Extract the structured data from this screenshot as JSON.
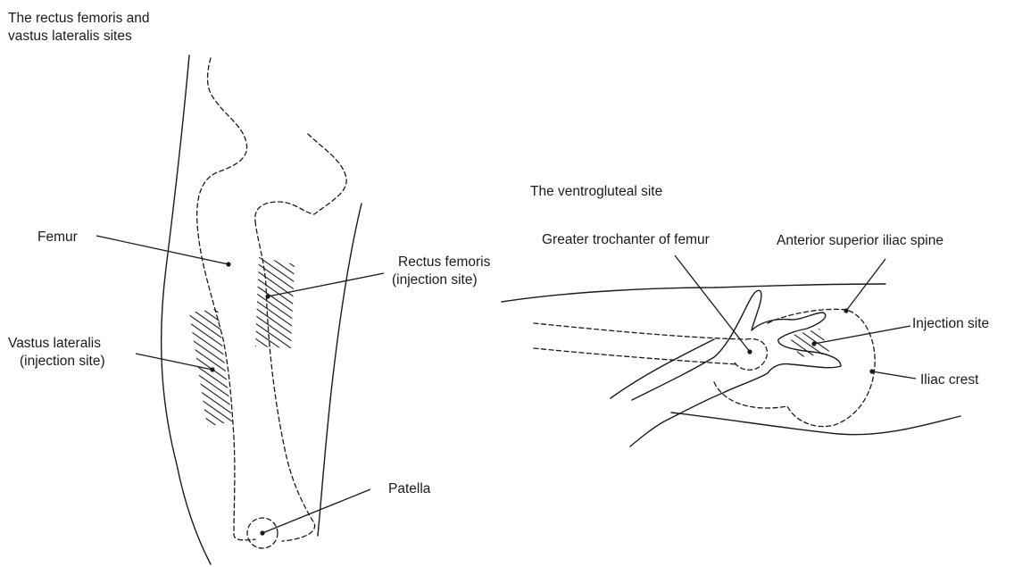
{
  "left_panel": {
    "title_line1": "The rectus femoris and",
    "title_line2": "vastus lateralis sites",
    "labels": {
      "femur": "Femur",
      "rectus_line1": "Rectus femoris",
      "rectus_line2": "(injection site)",
      "vastus_line1": "Vastus lateralis",
      "vastus_line2": "(injection site)",
      "patella": "Patella"
    }
  },
  "right_panel": {
    "title": "The ventrogluteal site",
    "labels": {
      "greater_trochanter": "Greater trochanter of femur",
      "asis": "Anterior superior iliac spine",
      "injection_site": "Injection site",
      "iliac_crest": "Iliac crest"
    }
  },
  "colors": {
    "ink": "#1a1a1a",
    "background": "#ffffff"
  }
}
